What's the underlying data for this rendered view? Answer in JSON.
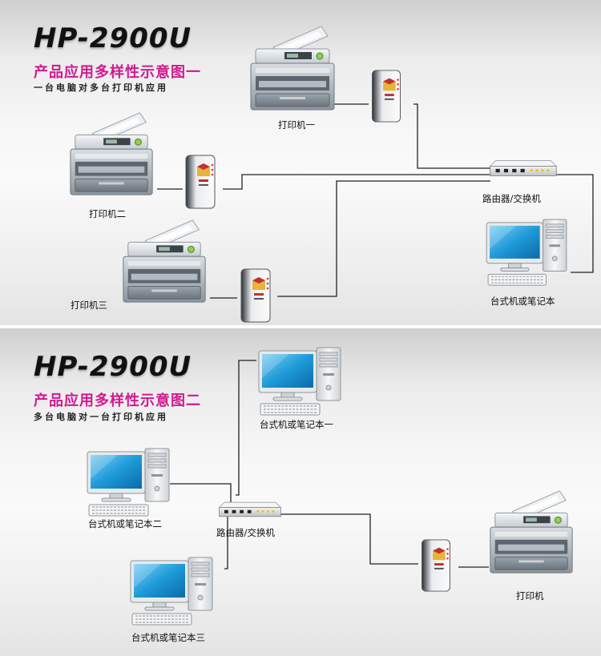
{
  "diagram1": {
    "title": "HP-2900U",
    "subtitle": "产品应用多样性示意图一",
    "caption": "一台电脑对多台打印机应用",
    "labels": {
      "printer1": "打印机一",
      "printer2": "打印机二",
      "printer3": "打印机三",
      "router": "路由器/交换机",
      "computer": "台式机或笔记本"
    }
  },
  "diagram2": {
    "title": "HP-2900U",
    "subtitle": "产品应用多样性示意图二",
    "caption": "多台电脑对一台打印机应用",
    "labels": {
      "computer1": "台式机或笔记本一",
      "computer2": "台式机或笔记本二",
      "computer3": "台式机或笔记本三",
      "router": "路由器/交换机",
      "printer": "打印机"
    }
  },
  "colors": {
    "subtitle": "#d01a8f",
    "cable": "#222222",
    "screen": "#1e9ad8"
  },
  "icons": [
    "printer-icon",
    "print-server-icon",
    "router-icon",
    "computer-icon"
  ]
}
